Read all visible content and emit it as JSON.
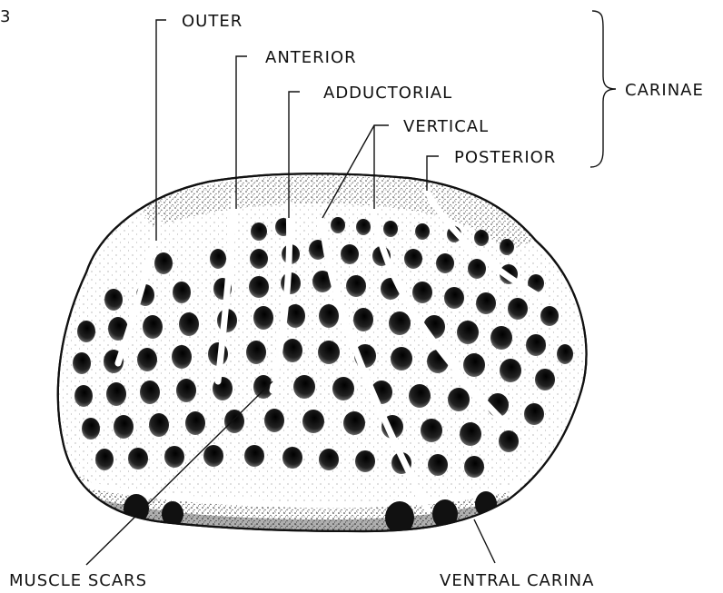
{
  "figure": {
    "corner_mark": "3",
    "labels": {
      "outer": "OUTER",
      "anterior": "ANTERIOR",
      "adductorial": "ADDUCTORIAL",
      "vertical": "VERTICAL",
      "posterior": "POSTERIOR",
      "carinae": "CARINAE",
      "muscle_scars": "MUSCLE SCARS",
      "ventral_carina": "VENTRAL CARINA"
    }
  }
}
